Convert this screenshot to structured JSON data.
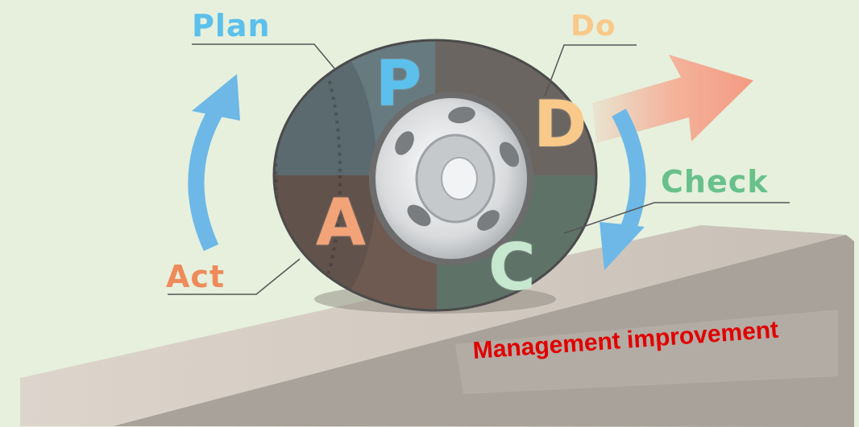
{
  "labels": {
    "plan": "Plan",
    "do": "Do",
    "check": "Check",
    "act": "Act"
  },
  "letters": {
    "p": "P",
    "d": "D",
    "c": "C",
    "a": "A"
  },
  "caption": "Management improvement",
  "colors": {
    "background": "#e6f0dd",
    "plan": "#5bc0ec",
    "do": "#f9c98a",
    "check": "#68c08a",
    "act": "#ef8a5a",
    "arrow_blue": "#6db8e6",
    "arrow_orange": "#f7a38a",
    "caption": "#e00000"
  }
}
